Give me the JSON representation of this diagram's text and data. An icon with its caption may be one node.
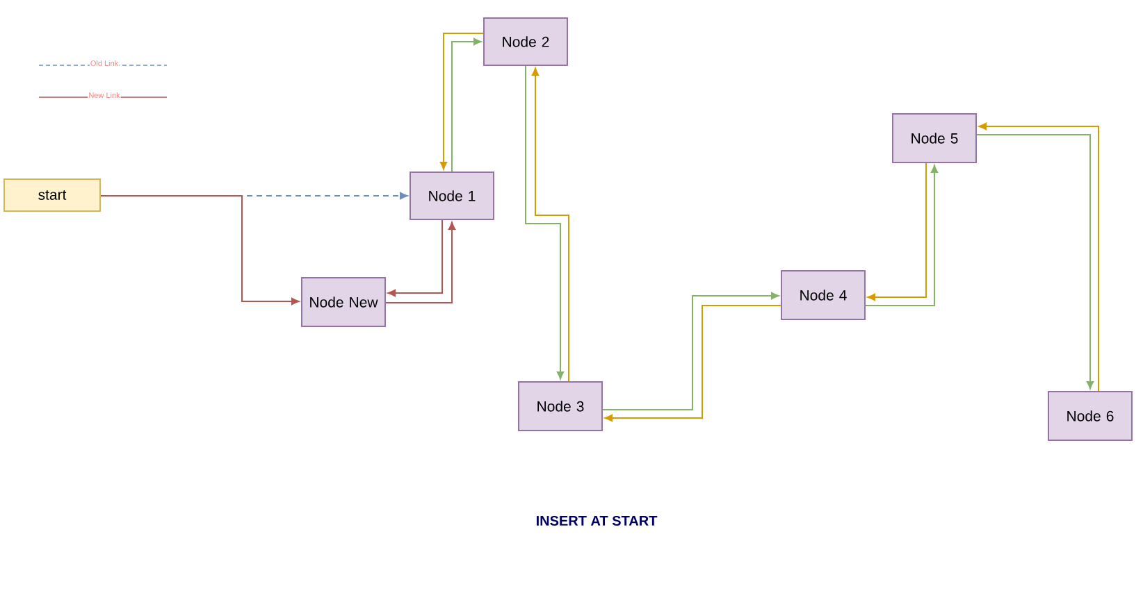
{
  "diagram": {
    "caption": "INSERT AT START",
    "nodes": [
      {
        "text": [
          "start"
        ]
      },
      {
        "text": [
          "Node 1"
        ]
      },
      {
        "text": [
          "Node 2"
        ]
      },
      {
        "text": [
          "Node 3"
        ]
      },
      {
        "text": [
          "Node 4"
        ]
      },
      {
        "text": [
          "Node 5"
        ]
      },
      {
        "text": [
          "Node 6"
        ]
      },
      {
        "text": [
          "Node New"
        ]
      }
    ],
    "edges": [
      {
        "from": 0,
        "to": 1,
        "arrow": "to",
        "style": "dashed",
        "color": "#6c8ebf"
      },
      {
        "from": 0,
        "to": 7,
        "arrow": "to",
        "color": "#b85450"
      },
      {
        "from": 7,
        "to": 1,
        "arrow": "to",
        "color": "#b85450"
      },
      {
        "from": 1,
        "to": 7,
        "arrow": "to",
        "color": "#b85450"
      },
      {
        "from": 1,
        "to": 2,
        "arrow": "to",
        "color": "#82b366"
      },
      {
        "from": 2,
        "to": 1,
        "arrow": "to",
        "color": "#d79b00"
      },
      {
        "from": 2,
        "to": 3,
        "arrow": "to",
        "color": "#82b366"
      },
      {
        "from": 3,
        "to": 2,
        "arrow": "to",
        "color": "#d79b00"
      },
      {
        "from": 3,
        "to": 4,
        "arrow": "to",
        "color": "#82b366"
      },
      {
        "from": 4,
        "to": 3,
        "arrow": "to",
        "color": "#d79b00"
      },
      {
        "from": 4,
        "to": 5,
        "arrow": "to",
        "color": "#82b366"
      },
      {
        "from": 5,
        "to": 4,
        "arrow": "to",
        "color": "#d79b00"
      },
      {
        "from": 5,
        "to": 6,
        "arrow": "to",
        "color": "#82b366"
      },
      {
        "from": 6,
        "to": 5,
        "arrow": "to",
        "color": "#d79b00"
      }
    ],
    "legend": [
      {
        "text": "Old Link"
      },
      {
        "text": "New Link"
      }
    ]
  }
}
